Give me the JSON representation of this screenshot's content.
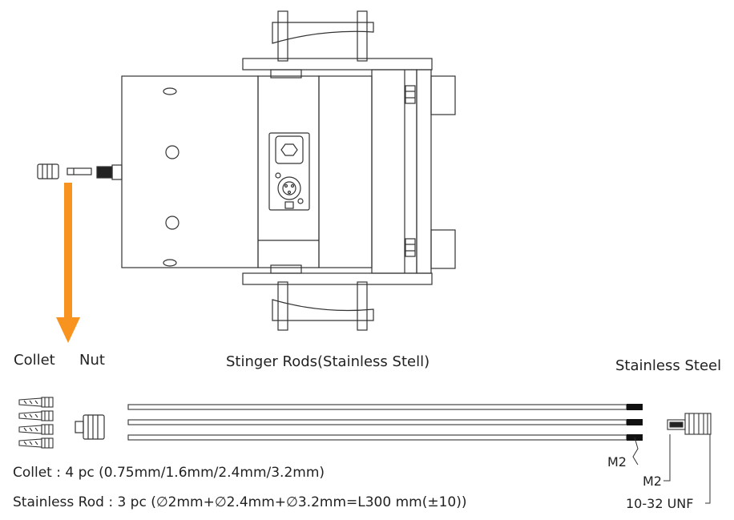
{
  "labels": {
    "collet": "Collet",
    "nut": "Nut",
    "stinger_rods": "Stinger Rods(Stainless Stell)",
    "stainless_steel": "Stainless Steel",
    "m2_rod": "M2",
    "m2_adapter": "M2",
    "thread": "10-32 UNF",
    "collet_spec": "Collet : 4 pc (0.75mm/1.6mm/2.4mm/3.2mm)",
    "rod_spec": "Stainless Rod : 3 pc (∅2mm+∅2.4mm+∅3.2mm=L300 mm(±10))"
  },
  "colors": {
    "line": "#333333",
    "arrow": "#f7931e",
    "rod_tip": "#111111"
  },
  "parts": {
    "collet_count": 4,
    "rod_count": 3
  }
}
